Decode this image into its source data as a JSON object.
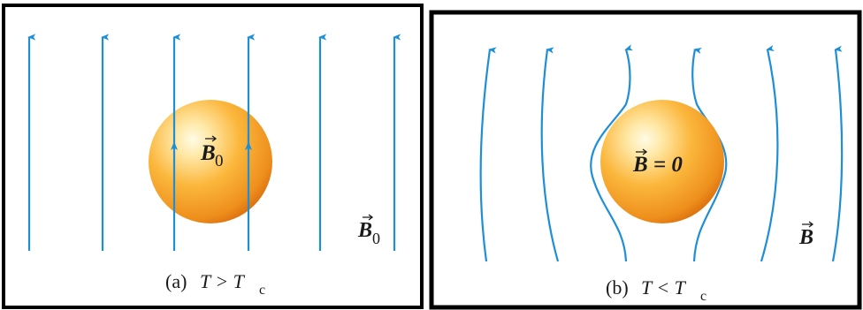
{
  "colors": {
    "field_line": "#1e8fd6",
    "sphere_highlight": "#fffbe6",
    "sphere_mid": "#fbb73c",
    "sphere_edge": "#d96b0c",
    "frame": "#000000",
    "background": "#ffffff"
  },
  "panel_a": {
    "caption_prefix": "(a)",
    "caption_relation": "T > T",
    "caption_subscript": "c",
    "inside_label": "B",
    "inside_subscript": "0",
    "outside_label": "B",
    "outside_subscript": "0"
  },
  "panel_b": {
    "caption_prefix": "(b)",
    "caption_relation": "T < T",
    "caption_subscript": "c",
    "inside_label": "B = 0",
    "outside_label": "B"
  }
}
